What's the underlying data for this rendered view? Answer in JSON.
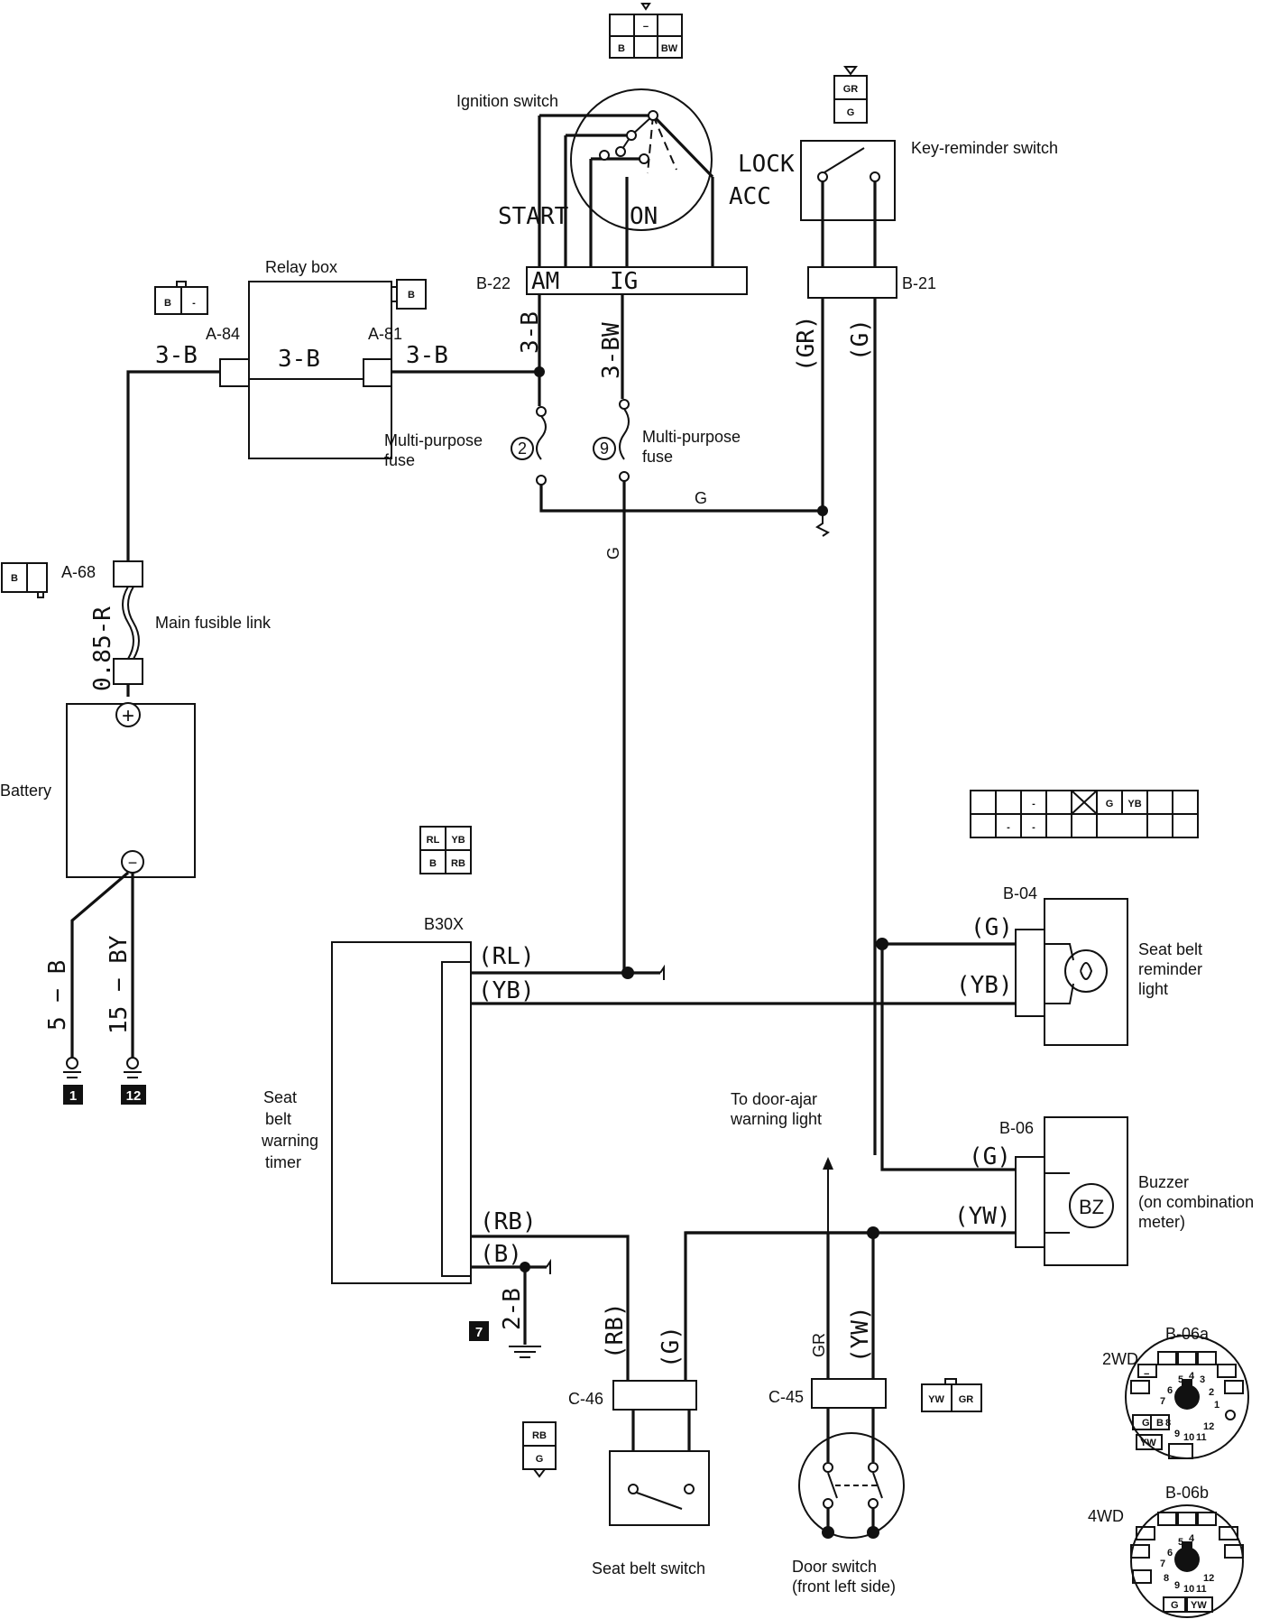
{
  "labels": {
    "ignition_switch": "Ignition switch",
    "lock": "LOCK",
    "acc": "ACC",
    "start": "START",
    "on": "ON",
    "am": "AM",
    "ig": "IG",
    "key_reminder_switch": "Key-reminder switch",
    "relay_box": "Relay box",
    "multi_purpose_fuse": "Multi-purpose",
    "fuse": "fuse",
    "fuse_2": "2",
    "fuse_9": "9",
    "main_fusible_link": "Main fusible link",
    "battery": "Battery",
    "seat": "Seat",
    "belt": "belt",
    "warning": "warning",
    "timer": "timer",
    "seat_belt_reminder": "Seat belt",
    "reminder": "reminder",
    "light": "light",
    "buzzer": "Buzzer",
    "on_combination": "(on combination",
    "meter": "meter)",
    "to_door_ajar": "To door-ajar",
    "warning_light": "warning light",
    "seat_belt_switch": "Seat belt switch",
    "door_switch": "Door switch",
    "front_left_side": "(front left side)",
    "bz": "BZ",
    "plus": "+",
    "minus": "−"
  },
  "connectors": {
    "B-22": "B-22",
    "B-21": "B-21",
    "A-84": "A-84",
    "A-81": "A-81",
    "A-68": "A-68",
    "B30X": "B30X",
    "B-04": "B-04",
    "B-06": "B-06",
    "C-46": "C-46",
    "C-45": "C-45",
    "B-06a": "B-06a",
    "B-06b": "B-06b",
    "2WD": "2WD",
    "4WD": "4WD"
  },
  "wires": {
    "w_3b_1": "3-B",
    "w_3b_2": "3-B",
    "w_3b_3": "3-B",
    "w_3b_4": "3-B",
    "w_3bw": "3-BW",
    "w_gr": "(GR)",
    "w_g_kr": "(G)",
    "w_g_h": "G",
    "w_g_v": "G",
    "w_085r": "0.85-R",
    "w_5b": "5 − B",
    "w_15by": "15 − BY",
    "w_rl": "(RL)",
    "w_yb": "(YB)",
    "w_g_b04": "(G)",
    "w_yb_b04": "(YB)",
    "w_g_b06": "(G)",
    "w_yw_b06": "(YW)",
    "w_rb": "(RB)",
    "w_b": "(B)",
    "w_2b": "2-B",
    "w_rb_v": "(RB)",
    "w_g_v2": "(G)",
    "w_gr_v": "GR",
    "w_yw_v": "(YW)"
  },
  "grounds": {
    "g1": "1",
    "g12": "12",
    "g7": "7"
  },
  "pins": {
    "ign_top": "−",
    "ign_b": "B",
    "ign_bw": "BW",
    "kr_gr": "GR",
    "kr_g": "G",
    "a84_b": "B",
    "a84_m": "-",
    "a81_b": "B",
    "a68_b": "B",
    "b30_rl": "RL",
    "b30_yb": "YB",
    "b30_b": "B",
    "b30_rb": "RB",
    "b04_d1": "-",
    "b04_g": "G",
    "b04_yb": "YB",
    "b04_d2": "-",
    "b04_d3": "-",
    "c46_rb": "RB",
    "c46_g": "G",
    "c45_yw": "YW",
    "c45_gr": "GR",
    "b06a_1": "1",
    "b06a_2": "2",
    "b06a_3": "3",
    "b06a_4": "4",
    "b06a_5": "5",
    "b06a_6": "6",
    "b06a_7": "7",
    "b06a_8": "8",
    "b06a_9": "9",
    "b06a_10": "10",
    "b06a_11": "11",
    "b06a_12": "12",
    "b06a_g": "G",
    "b06a_b": "B",
    "b06a_yw": "YW",
    "b06a_m": "−",
    "b06b_4": "4",
    "b06b_5": "5",
    "b06b_6": "6",
    "b06b_7": "7",
    "b06b_8": "8",
    "b06b_9": "9",
    "b06b_10": "10",
    "b06b_11": "11",
    "b06b_12": "12",
    "b06b_g": "G",
    "b06b_yw": "YW"
  }
}
